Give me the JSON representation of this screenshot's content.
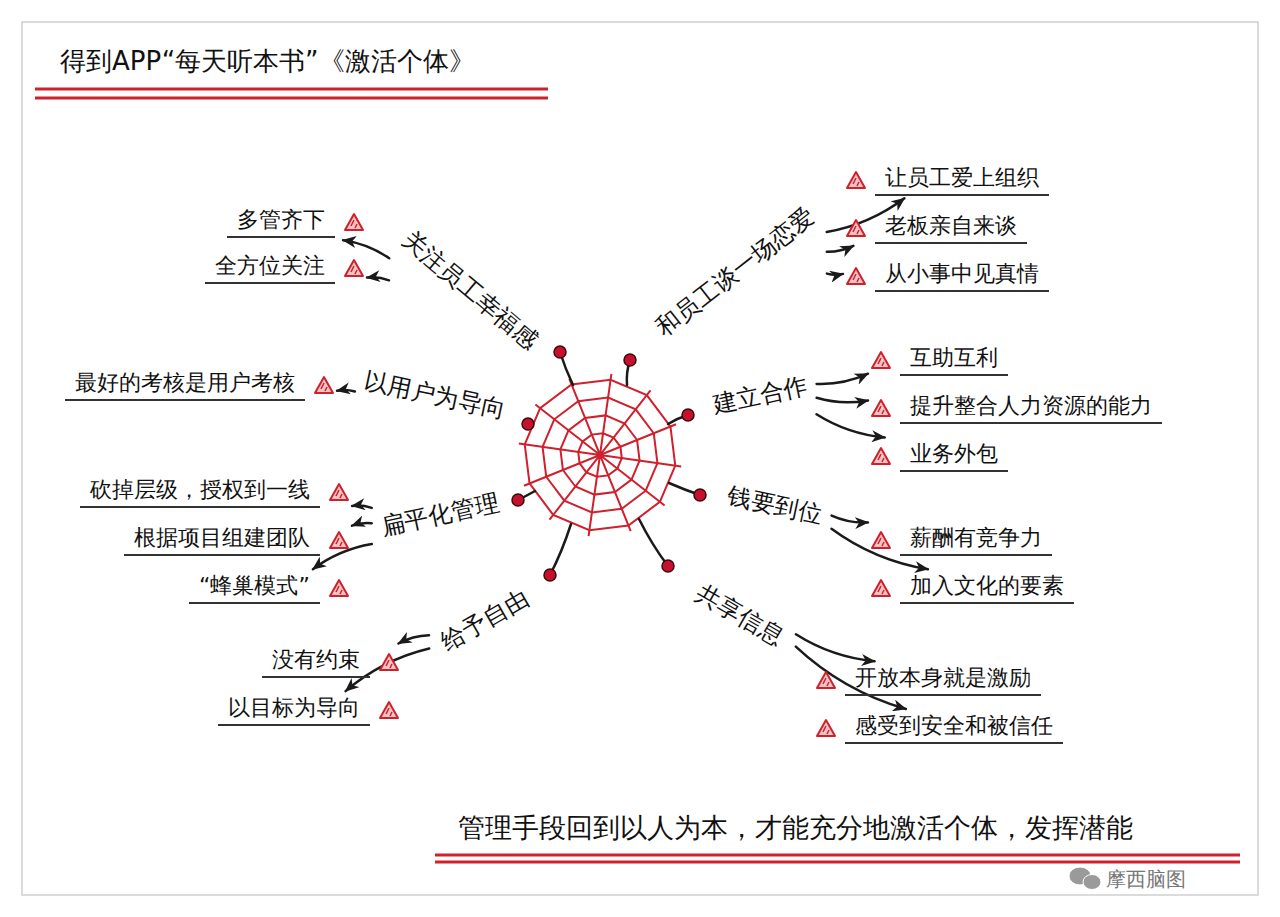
{
  "diagram": {
    "title": "得到APP“每天听本书”《激活个体》",
    "caption": "管理手段回到以人为本，才能充分地激活个体，发挥潜能",
    "nodes": [
      {
        "text": [
          "和员工谈一场恋爱"
        ]
      },
      {
        "text": [
          "让员工爱上组织"
        ]
      },
      {
        "text": [
          "老板亲自来谈"
        ]
      },
      {
        "text": [
          "从小事中见真情"
        ]
      },
      {
        "text": [
          "建立合作"
        ]
      },
      {
        "text": [
          "互助互利"
        ]
      },
      {
        "text": [
          "提升整合人力资源的能力"
        ]
      },
      {
        "text": [
          "业务外包"
        ]
      },
      {
        "text": [
          "钱要到位"
        ]
      },
      {
        "text": [
          "薪酬有竞争力"
        ]
      },
      {
        "text": [
          "加入文化的要素"
        ]
      },
      {
        "text": [
          "共享信息"
        ]
      },
      {
        "text": [
          "开放本身就是激励"
        ]
      },
      {
        "text": [
          "感受到安全和被信任"
        ]
      },
      {
        "text": [
          "给予自由"
        ]
      },
      {
        "text": [
          "没有约束"
        ]
      },
      {
        "text": [
          "以目标为导向"
        ]
      },
      {
        "text": [
          "扁平化管理"
        ]
      },
      {
        "text": [
          "砍掉层级，授权到一线"
        ]
      },
      {
        "text": [
          "根据项目组建团队"
        ]
      },
      {
        "text": [
          "“蜂巢模式”"
        ]
      },
      {
        "text": [
          "以用户为导向"
        ]
      },
      {
        "text": [
          "最好的考核是用户考核"
        ]
      },
      {
        "text": [
          "关注员工幸福感"
        ]
      },
      {
        "text": [
          "多管齐下"
        ]
      },
      {
        "text": [
          "全方位关注"
        ]
      }
    ],
    "edges": [
      {
        "from": 0,
        "to": 1,
        "arrow": "to"
      },
      {
        "from": 0,
        "to": 2,
        "arrow": "to"
      },
      {
        "from": 0,
        "to": 3,
        "arrow": "to"
      },
      {
        "from": 4,
        "to": 5,
        "arrow": "to"
      },
      {
        "from": 4,
        "to": 6,
        "arrow": "to"
      },
      {
        "from": 4,
        "to": 7,
        "arrow": "to"
      },
      {
        "from": 8,
        "to": 9,
        "arrow": "to"
      },
      {
        "from": 8,
        "to": 10,
        "arrow": "to"
      },
      {
        "from": 11,
        "to": 12,
        "arrow": "to"
      },
      {
        "from": 11,
        "to": 13,
        "arrow": "to"
      },
      {
        "from": 14,
        "to": 15,
        "arrow": "to"
      },
      {
        "from": 14,
        "to": 16,
        "arrow": "to"
      },
      {
        "from": 17,
        "to": 18,
        "arrow": "to"
      },
      {
        "from": 17,
        "to": 19,
        "arrow": "to"
      },
      {
        "from": 17,
        "to": 20,
        "arrow": "to"
      },
      {
        "from": 21,
        "to": 22,
        "arrow": "to"
      },
      {
        "from": 23,
        "to": 24,
        "arrow": "to"
      },
      {
        "from": 23,
        "to": 25,
        "arrow": "to"
      }
    ],
    "labels": [
      "摩西脑图"
    ]
  }
}
